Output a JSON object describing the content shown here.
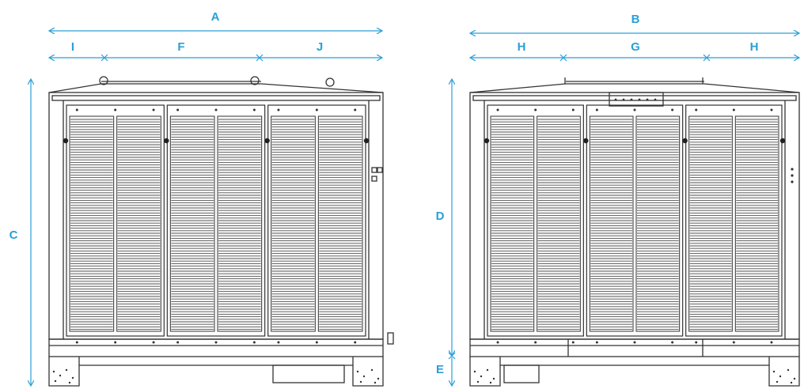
{
  "colors": {
    "dimension": "#2a9fd6",
    "outline": "#333333",
    "louver": "#555555",
    "background": "#ffffff"
  },
  "front_view": {
    "labels": {
      "overall_width": "A",
      "left_section": "I",
      "middle_section": "F",
      "right_section": "J",
      "overall_height": "C"
    },
    "panel_count": 3
  },
  "side_view": {
    "labels": {
      "overall_width": "B",
      "left_section": "H",
      "middle_section": "G",
      "right_section": "H",
      "body_height": "D",
      "base_height": "E"
    },
    "panel_count": 3
  }
}
